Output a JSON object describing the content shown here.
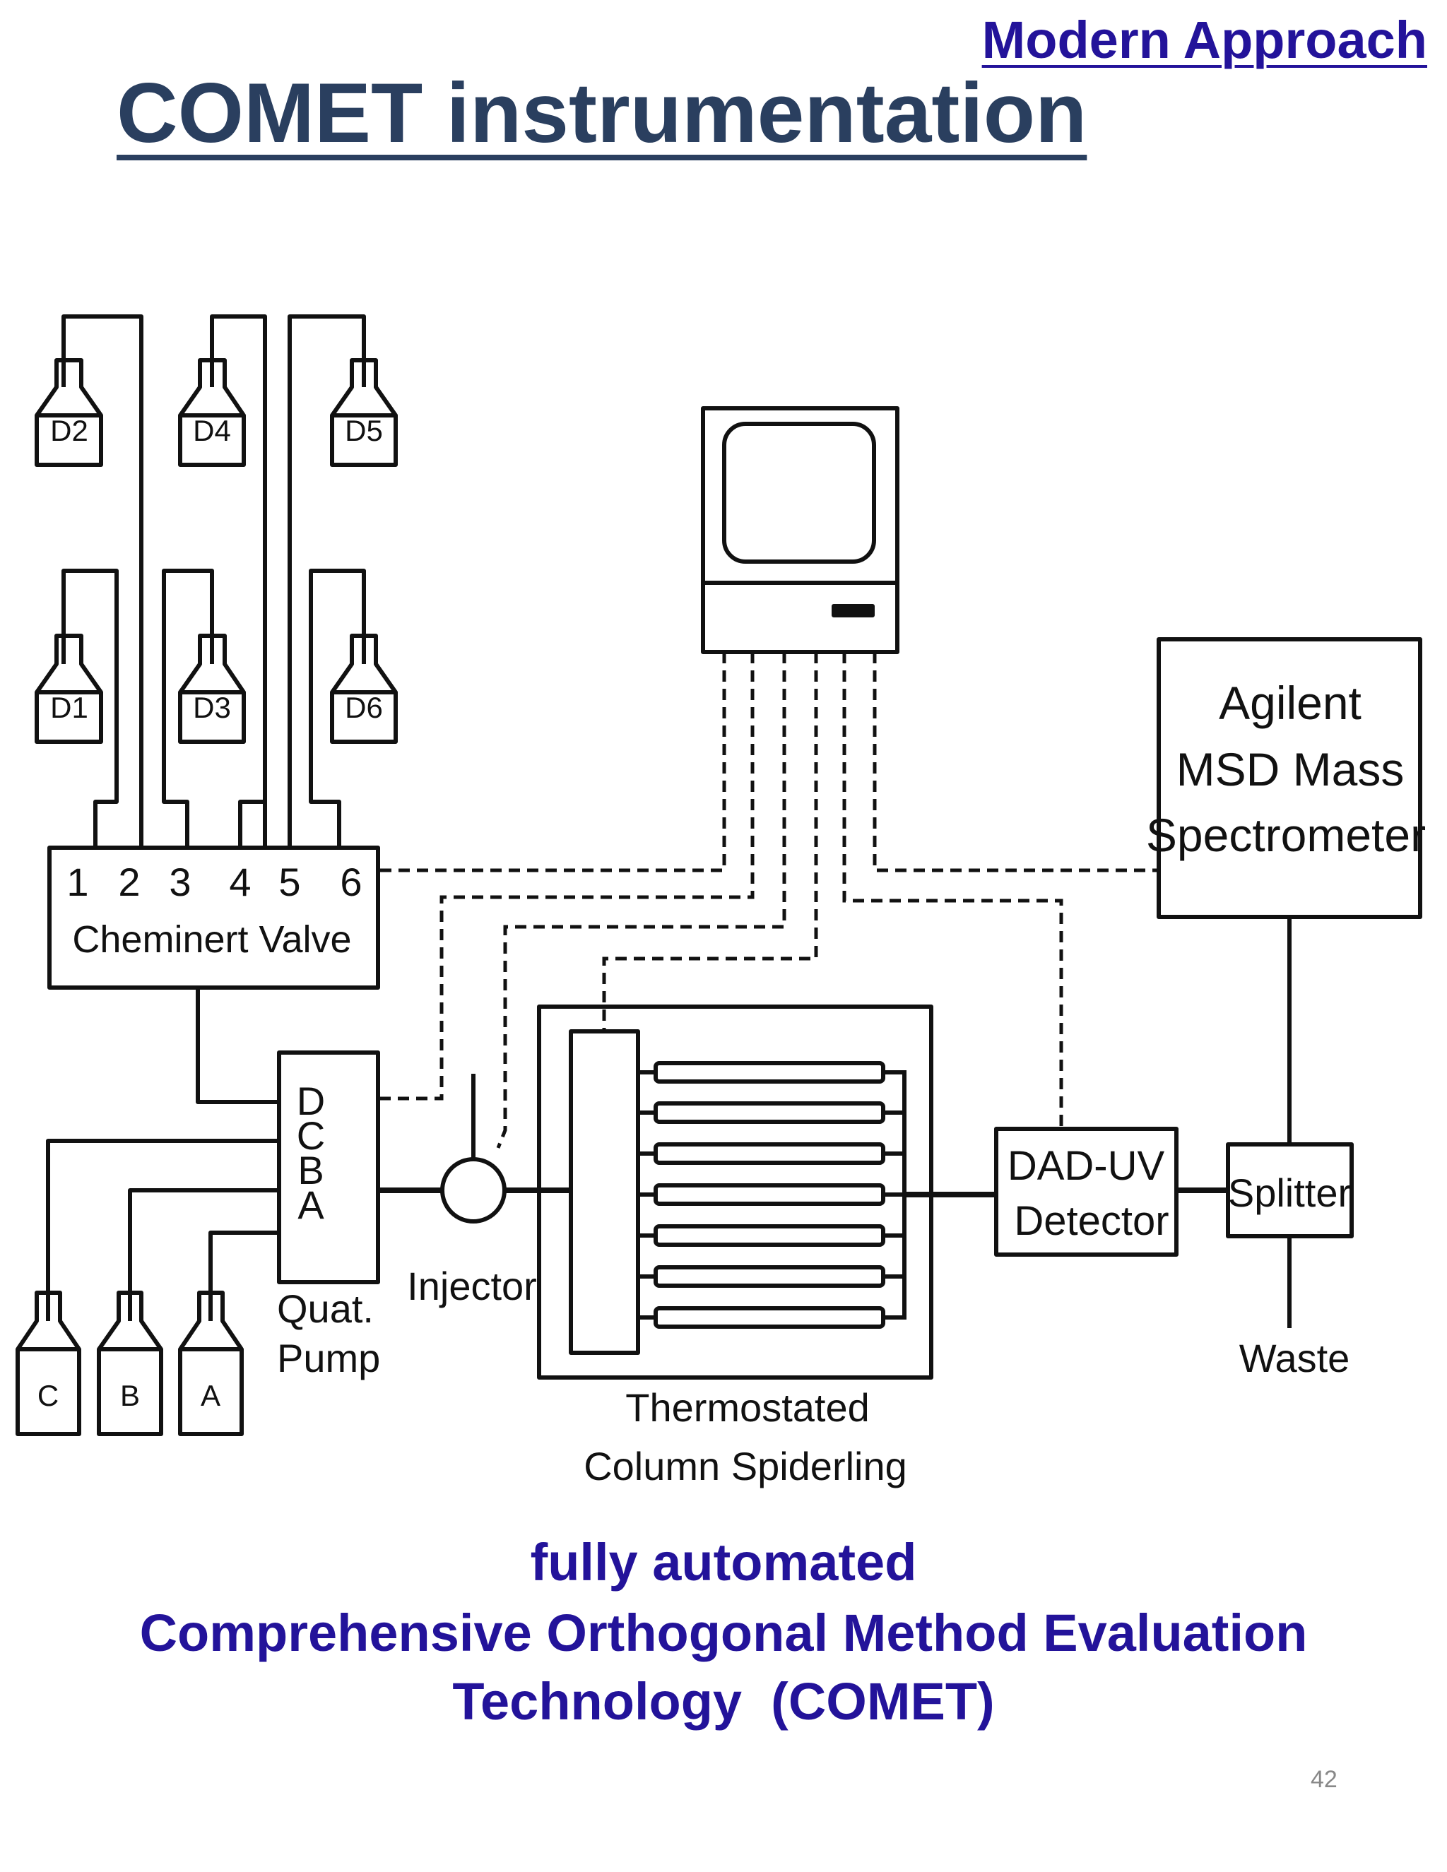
{
  "slide": {
    "title": "COMET instrumentation",
    "corner_label": "Modern Approach",
    "page_number": "42",
    "caption_line1": "fully automated",
    "caption_line2": "Comprehensive Orthogonal Method Evaluation",
    "caption_line3": "Technology  (COMET)"
  },
  "diagram": {
    "solvent_bottles": [
      "D2",
      "D4",
      "D5",
      "D1",
      "D3",
      "D6"
    ],
    "valve_ports": [
      "1",
      "2",
      "3",
      "4",
      "5",
      "6"
    ],
    "valve_label": "Cheminert Valve",
    "pump_channels": [
      "D",
      "C",
      "B",
      "A"
    ],
    "pump_label_line1": "Quat.",
    "pump_label_line2": "Pump",
    "eluent_bottles": [
      "C",
      "B",
      "A"
    ],
    "injector_label": "Injector",
    "column_label_line1": "Thermostated",
    "column_label_line2": "Column Spiderling",
    "detector_line1": "DAD-UV",
    "detector_line2": "Detector",
    "ms_line1": "Agilent",
    "ms_line2": "MSD Mass",
    "ms_line3": "Spectrometer",
    "splitter_label": "Splitter",
    "waste_label": "Waste"
  },
  "colors": {
    "title": "#2a3f5f",
    "accent": "#23139a",
    "line": "#111111"
  }
}
